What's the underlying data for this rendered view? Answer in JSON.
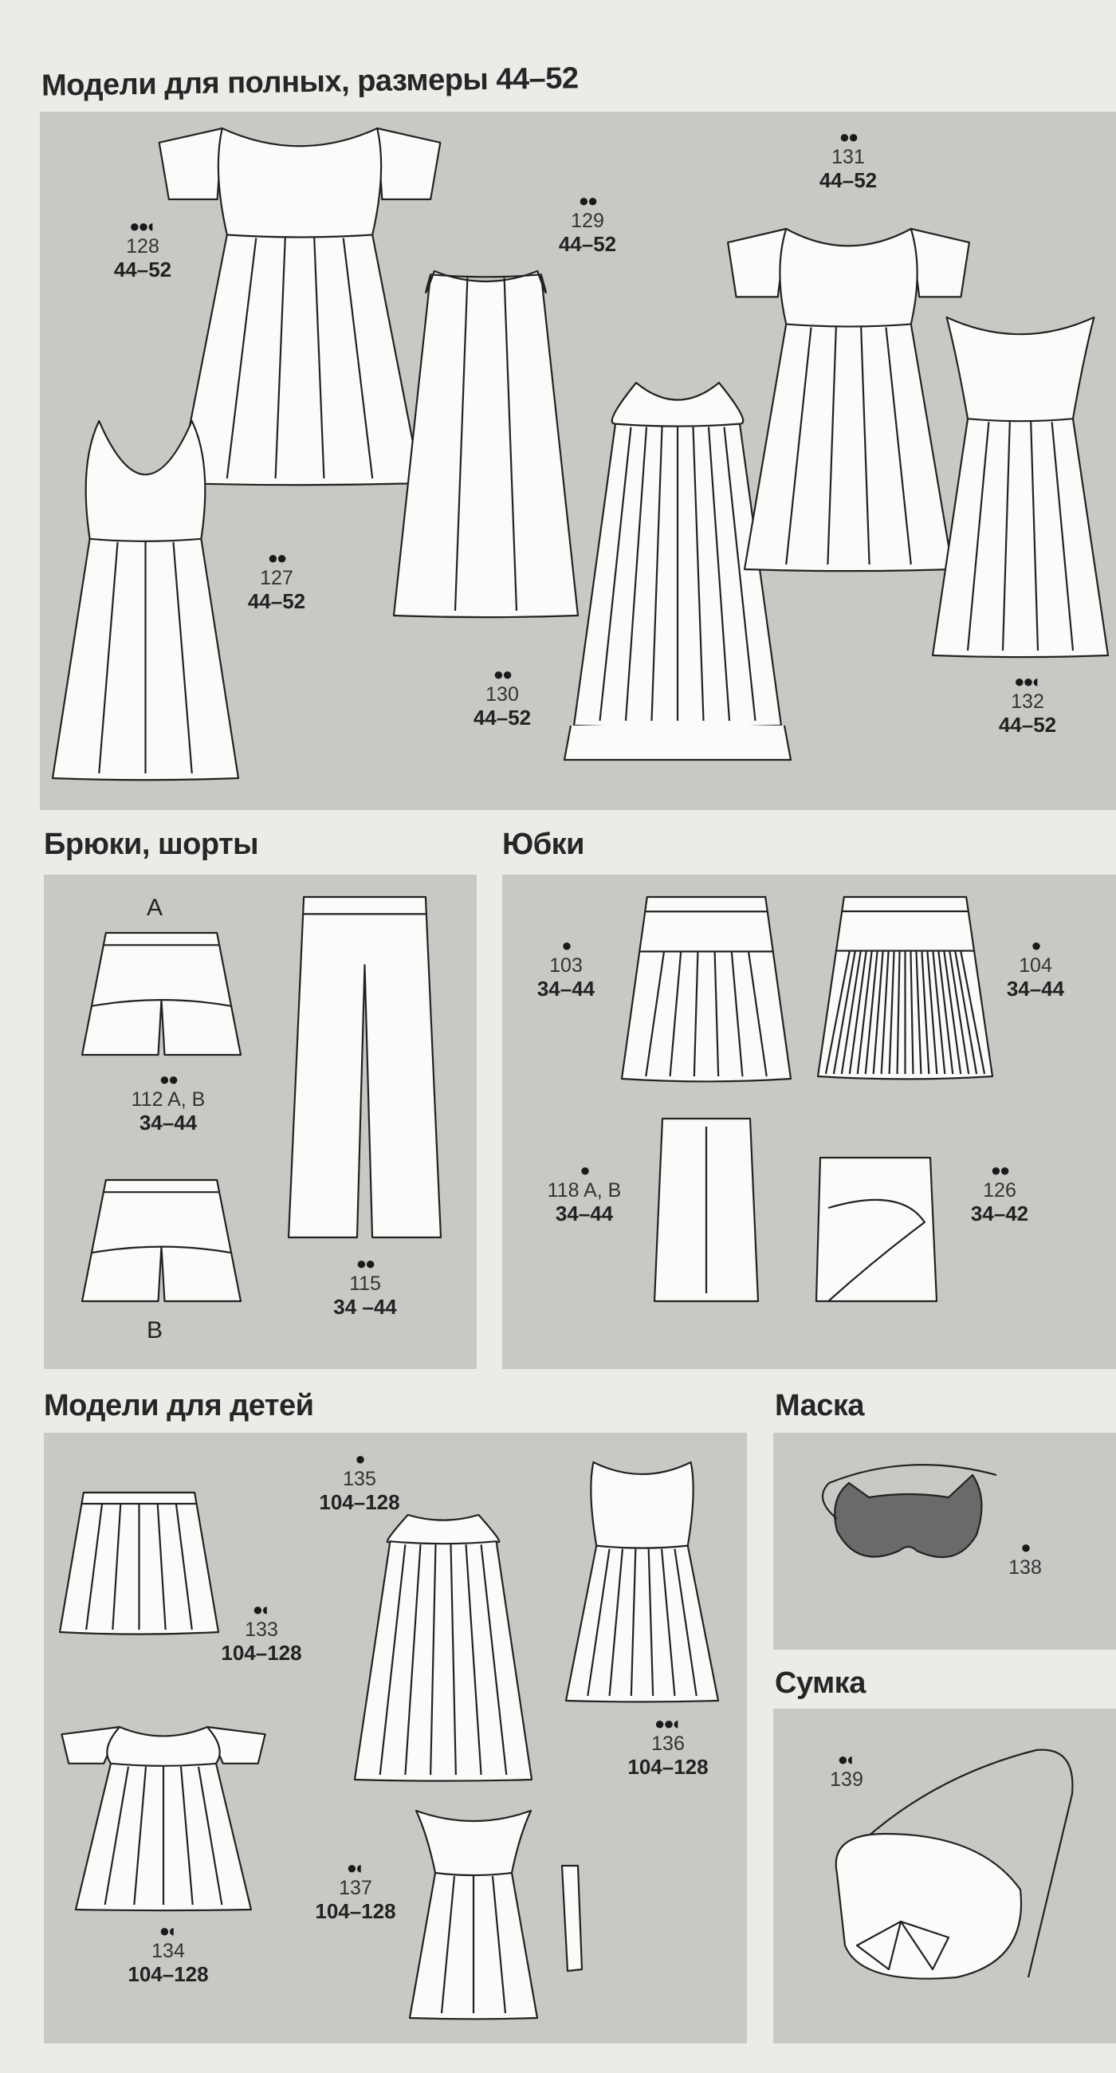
{
  "sections": {
    "plus": {
      "title": "Модели для полных, размеры 44–52"
    },
    "pants": {
      "title": "Брюки, шорты"
    },
    "skirts": {
      "title": "Юбки"
    },
    "kids": {
      "title": "Модели для детей"
    },
    "mask": {
      "title": "Маска"
    },
    "bag": {
      "title": "Сумка"
    }
  },
  "models": {
    "m128": {
      "difficulty": "●●◐",
      "number": "128",
      "sizes": "44–52"
    },
    "m129": {
      "difficulty": "●●",
      "number": "129",
      "sizes": "44–52"
    },
    "m131": {
      "difficulty": "●●",
      "number": "131",
      "sizes": "44–52"
    },
    "m127": {
      "difficulty": "●●",
      "number": "127",
      "sizes": "44–52"
    },
    "m130": {
      "difficulty": "●●",
      "number": "130",
      "sizes": "44–52"
    },
    "m132": {
      "difficulty": "●●◐",
      "number": "132",
      "sizes": "44–52"
    },
    "m112": {
      "difficulty": "●●",
      "number": "112 A, B",
      "sizes": "34–44"
    },
    "m115": {
      "difficulty": "●●",
      "number": "115",
      "sizes": "34 –44"
    },
    "m103": {
      "difficulty": "●",
      "number": "103",
      "sizes": "34–44"
    },
    "m104": {
      "difficulty": "●",
      "number": "104",
      "sizes": "34–44"
    },
    "m118": {
      "difficulty": "●",
      "number": "118 A, B",
      "sizes": "34–44"
    },
    "m126": {
      "difficulty": "●●",
      "number": "126",
      "sizes": "34–42"
    },
    "m135": {
      "difficulty": "●",
      "number": "135",
      "sizes": "104–128"
    },
    "m133": {
      "difficulty": "●◐",
      "number": "133",
      "sizes": "104–128"
    },
    "m136": {
      "difficulty": "●●◐",
      "number": "136",
      "sizes": "104–128"
    },
    "m137": {
      "difficulty": "●◐",
      "number": "137",
      "sizes": "104–128"
    },
    "m134": {
      "difficulty": "●◐",
      "number": "134",
      "sizes": "104–128"
    },
    "m138": {
      "difficulty": "●",
      "number": "138"
    },
    "m139": {
      "difficulty": "●◐",
      "number": "139"
    }
  },
  "variants": {
    "a": "A",
    "b": "B"
  }
}
